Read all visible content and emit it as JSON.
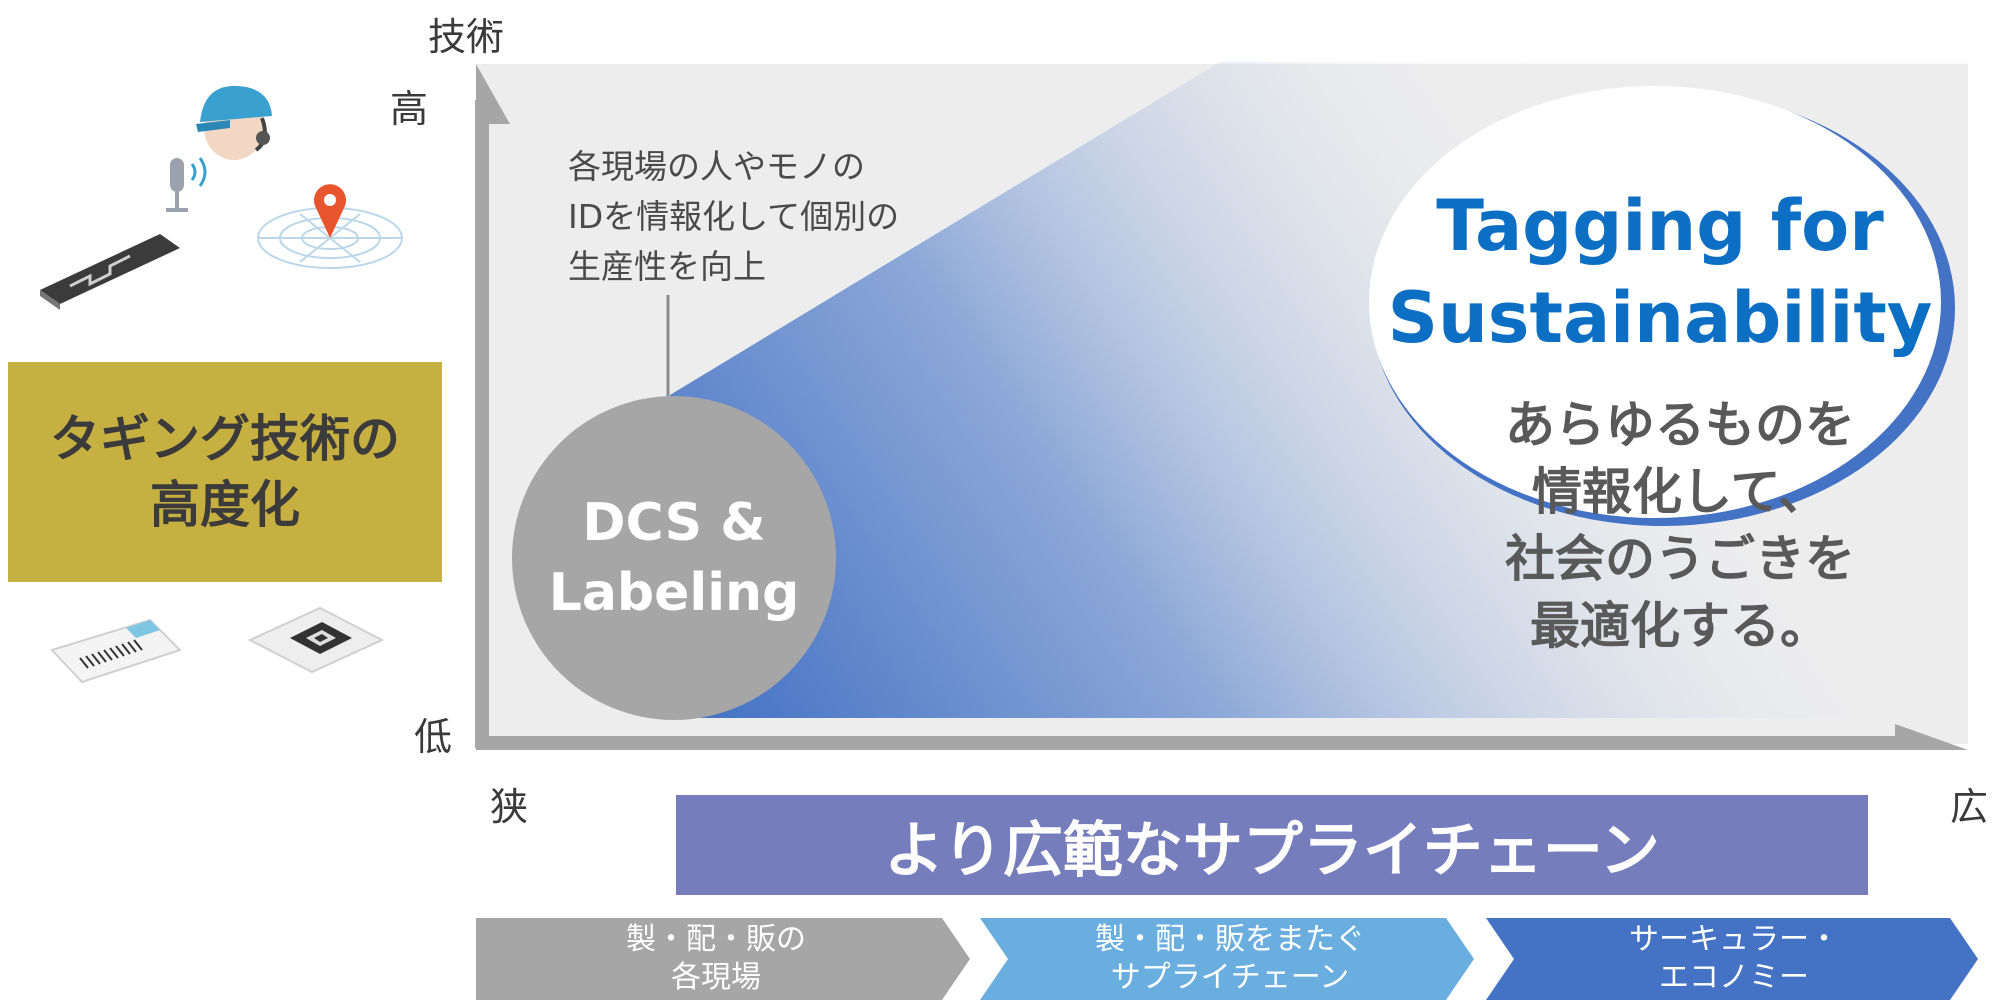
{
  "axis": {
    "y_title": "技術",
    "y_high": "高",
    "y_low": "低",
    "x_narrow": "狭",
    "x_wide": "広"
  },
  "left_box": {
    "line1": "タギング技術の",
    "line2": "高度化"
  },
  "dcs_circle": {
    "line1": "DCS &",
    "line2": "Labeling"
  },
  "callout": {
    "line1": "各現場の人やモノの",
    "line2": "IDを情報化して個別の",
    "line3": "生産性を向上"
  },
  "tagging": {
    "title_line1": "Tagging for",
    "title_line2": "Sustainability",
    "desc_line1": "あらゆるものを",
    "desc_line2": "情報化して、",
    "desc_line3": "社会のうごきを",
    "desc_line4": "最適化する。"
  },
  "band": {
    "label": "より広範なサプライチェーン"
  },
  "stages": [
    {
      "line1": "製・配・販の",
      "line2": "各現場",
      "color": "#a6a6a6"
    },
    {
      "line1": "製・配・販をまたぐ",
      "line2": "サプライチェーン",
      "color": "#6aaee0"
    },
    {
      "line1": "サーキュラー・",
      "line2": "エコノミー",
      "color": "#4472c4"
    }
  ],
  "colors": {
    "plot_bg": "#ededee",
    "gradient_start": "#4472c4",
    "left_box": "#c6b042",
    "band": "#757dbd",
    "tagging_title": "#0d6fc4"
  },
  "icons": [
    "operator-headset-icon",
    "microphone-icon",
    "location-pin-icon",
    "rfid-tag-icon",
    "barcode-label-icon",
    "qr-code-label-icon"
  ]
}
